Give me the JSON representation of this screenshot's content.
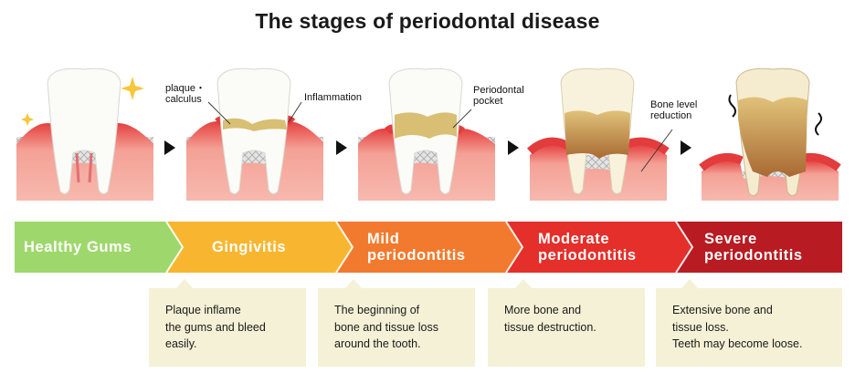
{
  "title": "The stages of periodontal disease",
  "callouts": {
    "plaque": "plaque・\ncalculus",
    "inflammation": "Inflammation",
    "pocket": "Periodontal\npocket",
    "bone": "Bone level\nreduction"
  },
  "stages": [
    {
      "label": "Healthy Gums",
      "color": "#9ed86c"
    },
    {
      "label": "Gingivitis",
      "color": "#f8b630"
    },
    {
      "label": "Mild\nperiodontitis",
      "color": "#f27a2e"
    },
    {
      "label": "Moderate\nperiodontitis",
      "color": "#e42f2a"
    },
    {
      "label": "Severe\nperiodontitis",
      "color": "#b81b22"
    }
  ],
  "notes": [
    "Plaque inflame\nthe gums and bleed\neasily.",
    "The beginning of\nbone and tissue loss\naround the tooth.",
    "More bone and\ntissue destruction.",
    "Extensive bone and\ntissue loss.\nTeeth may become loose."
  ],
  "colors": {
    "gum": "#f6b1a6",
    "gum_edge": "#e23c3d",
    "bone": "#d9d9d9",
    "plaque": "#d8bf73",
    "stain": "#b97a3c",
    "tooth": "#fbfbf8",
    "note_bg": "#f4f1d6"
  },
  "icons": [
    "sparkle-icon",
    "arrow-right-icon",
    "wobble-icon"
  ]
}
